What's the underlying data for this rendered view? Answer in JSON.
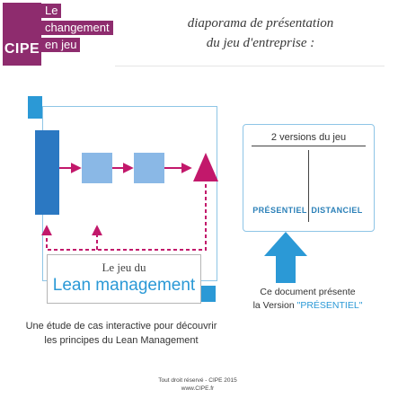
{
  "logo": {
    "brand": "CIPE",
    "tagline": [
      "Le",
      "changement",
      "en jeu"
    ]
  },
  "header": {
    "subtitle_line1": "diaporama de présentation",
    "subtitle_line2": "du jeu d'entreprise :"
  },
  "lean_card": {
    "top_text": "Le jeu du",
    "main_text": "Lean management"
  },
  "description": {
    "line1": "Une étude de cas interactive pour découvrir",
    "line2": "les principes du Lean Management"
  },
  "versions": {
    "title": "2 versions du jeu",
    "presentiel_label": "Présentiel",
    "distanciel_label": "Distanciel"
  },
  "note": {
    "line1": "Ce document présente",
    "line2_prefix": "la Version ",
    "line2_quote": "\"PRÉSENTIEL\""
  },
  "footer": {
    "line1": "Tout droit réservé - CIPE 2015",
    "line2": "www.CIPE.fr"
  },
  "colors": {
    "brand_purple": "#8e2c6e",
    "accent_blue": "#2b99d6",
    "magenta": "#c2186b",
    "light_blue_box": "#8ab8e6"
  }
}
